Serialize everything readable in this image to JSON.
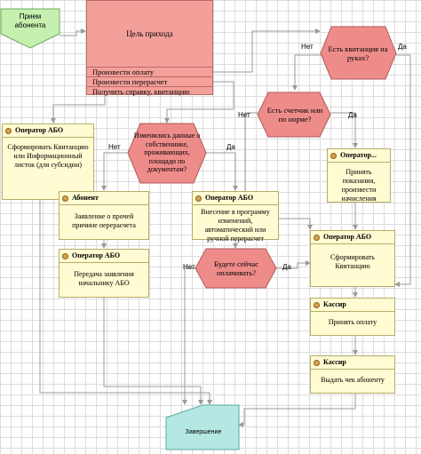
{
  "start": {
    "label": "Прием абонента"
  },
  "goal": {
    "title": "Цель прихода",
    "actions": [
      "Произвести оплату",
      "Произвести перерасчет",
      "Получить справку, квитанцию"
    ]
  },
  "decisions": {
    "receipt": "Есть квитанция на руках?",
    "meter": "Есть счетчик или по норме?",
    "changes": "Изменились данные о собственнике, проживающих, площади по документам?",
    "pay_now": "Будете сейчас оплачивать?"
  },
  "branches": {
    "yes": "Да",
    "no": "Нет"
  },
  "tasks": {
    "operator_subsidy": {
      "role": "Оператор АБО",
      "text": "Сформировать Квитанцию или Информационный листок (для субсидии)"
    },
    "abonent_statement": {
      "role": "Абонент",
      "text": "Заявление о прочей причине перерасчета"
    },
    "operator_transfer": {
      "role": "Оператор АБО",
      "text": "Передача заявления начальнику АБО"
    },
    "operator_changes": {
      "role": "Оператор АБО",
      "text": "Внесение в программу изменений, автоматический или ручной перерасчет"
    },
    "operator_readings": {
      "role": "Оператор...",
      "text": "Принять показания, произвести начисления"
    },
    "operator_receipt": {
      "role": "Оператор АБО",
      "text": "Сформировать Квитанцию"
    },
    "cashier_pay": {
      "role": "Кассир",
      "text": "Принять оплату"
    },
    "cashier_check": {
      "role": "Кассир",
      "text": "Выдать чек абоненту"
    }
  },
  "end": {
    "label": "Завершение"
  },
  "colors": {
    "start_fill": "#c6f0b0",
    "goal_fill": "#f4a09a",
    "decision_fill": "#ee8c8a",
    "task_fill": "#fffbd2",
    "end_fill": "#b5e8e2",
    "connector": "#9a9a9a"
  }
}
